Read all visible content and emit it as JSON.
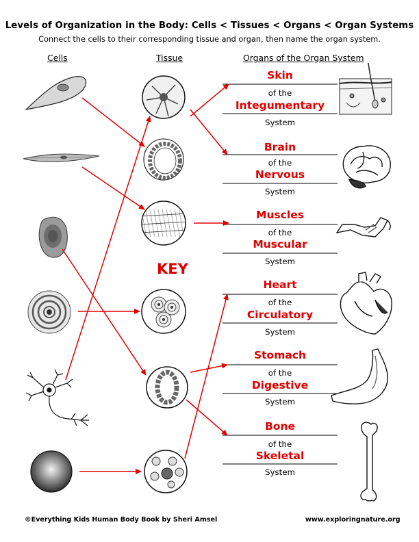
{
  "title": "Levels of Organization in the Body: Cells < Tissues < Organs < Organ Systems",
  "subtitle": "Connect the cells to their corresponding tissue and organ, then name the organ system.",
  "columns": {
    "cells": "Cells",
    "tissue": "Tissue",
    "organs": "Organs of the Organ System"
  },
  "key_label": "KEY",
  "rows": [
    {
      "organ": "Skin",
      "connector": "of the",
      "system": "Integumentary",
      "suffix": "System",
      "illustration": "skin-cross-section-illustration"
    },
    {
      "organ": "Brain",
      "connector": "of the",
      "system": "Nervous",
      "suffix": "System",
      "illustration": "brain-illustration"
    },
    {
      "organ": "Muscles",
      "connector": "of the",
      "system": "Muscular",
      "suffix": "System",
      "illustration": "flexed-arm-illustration"
    },
    {
      "organ": "Heart",
      "connector": "of the",
      "system": "Circulatory",
      "suffix": "System",
      "illustration": "heart-illustration"
    },
    {
      "organ": "Stomach",
      "connector": "of the",
      "system": "Digestive",
      "suffix": "System",
      "illustration": "stomach-illustration"
    },
    {
      "organ": "Bone",
      "connector": "of the",
      "system": "Skeletal",
      "suffix": "System",
      "illustration": "femur-bone-illustration"
    }
  ],
  "cells": [
    "squamous-epithelial-cell",
    "smooth-muscle-cell",
    "fat-cell",
    "bone-cell",
    "neuron",
    "red-blood-cell"
  ],
  "tissues": [
    "nerve-tissue",
    "epithelial-tissue",
    "muscle-tissue",
    "bone-tissue",
    "stomach-lining-tissue",
    "blood-tissue"
  ],
  "colors": {
    "key_red": "#e00000",
    "line_black": "#000000"
  },
  "footer": {
    "left": "©Everything Kids Human Body Book by Sheri Amsel",
    "right": "www.exploringnature.org"
  }
}
